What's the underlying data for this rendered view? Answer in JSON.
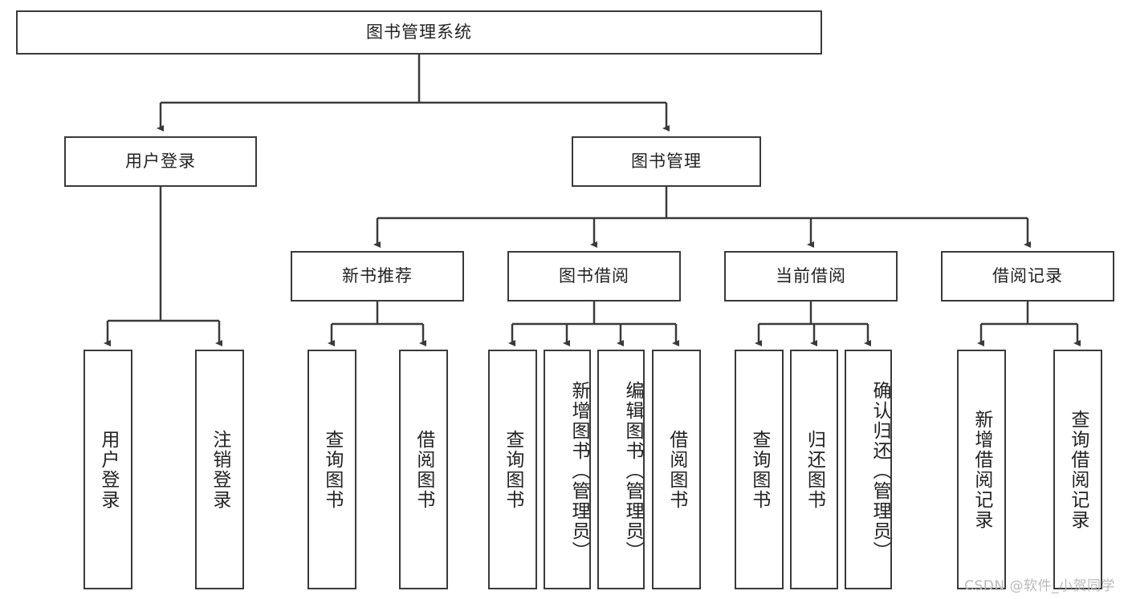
{
  "diagram": {
    "title": "图书管理系统",
    "type": "tree-hierarchy",
    "watermark": "CSDN @软件_小贺同学",
    "nodes": {
      "root": {
        "label": "图书管理系统"
      },
      "level2": [
        {
          "id": "user-login",
          "label": "用户登录"
        },
        {
          "id": "book-manage",
          "label": "图书管理"
        }
      ],
      "level3": [
        {
          "id": "new-book-recommend",
          "label": "新书推荐"
        },
        {
          "id": "book-borrow",
          "label": "图书借阅"
        },
        {
          "id": "current-borrow",
          "label": "当前借阅"
        },
        {
          "id": "borrow-record",
          "label": "借阅记录"
        }
      ],
      "leaves": {
        "user-login": [
          {
            "id": "leaf-user-login",
            "label": "用户登录"
          },
          {
            "id": "leaf-logout",
            "label": "注销登录"
          }
        ],
        "new-book-recommend": [
          {
            "id": "leaf-query-book-1",
            "label": "查询图书"
          },
          {
            "id": "leaf-borrow-book-1",
            "label": "借阅图书"
          }
        ],
        "book-borrow": [
          {
            "id": "leaf-query-book-2",
            "label": "查询图书"
          },
          {
            "id": "leaf-add-book",
            "label": "新增图书（管理员）"
          },
          {
            "id": "leaf-edit-book",
            "label": "编辑图书（管理员）"
          },
          {
            "id": "leaf-borrow-book-2",
            "label": "借阅图书"
          }
        ],
        "current-borrow": [
          {
            "id": "leaf-query-book-3",
            "label": "查询图书"
          },
          {
            "id": "leaf-return-book",
            "label": "归还图书"
          },
          {
            "id": "leaf-confirm-return",
            "label": "确认归还（管理员）"
          }
        ],
        "borrow-record": [
          {
            "id": "leaf-add-record",
            "label": "新增借阅记录"
          },
          {
            "id": "leaf-query-record",
            "label": "查询借阅记录"
          }
        ]
      }
    },
    "colors": {
      "stroke": "#3a3a3a",
      "background": "#ffffff",
      "text": "#222222",
      "watermark": "#b9b9b9"
    }
  }
}
